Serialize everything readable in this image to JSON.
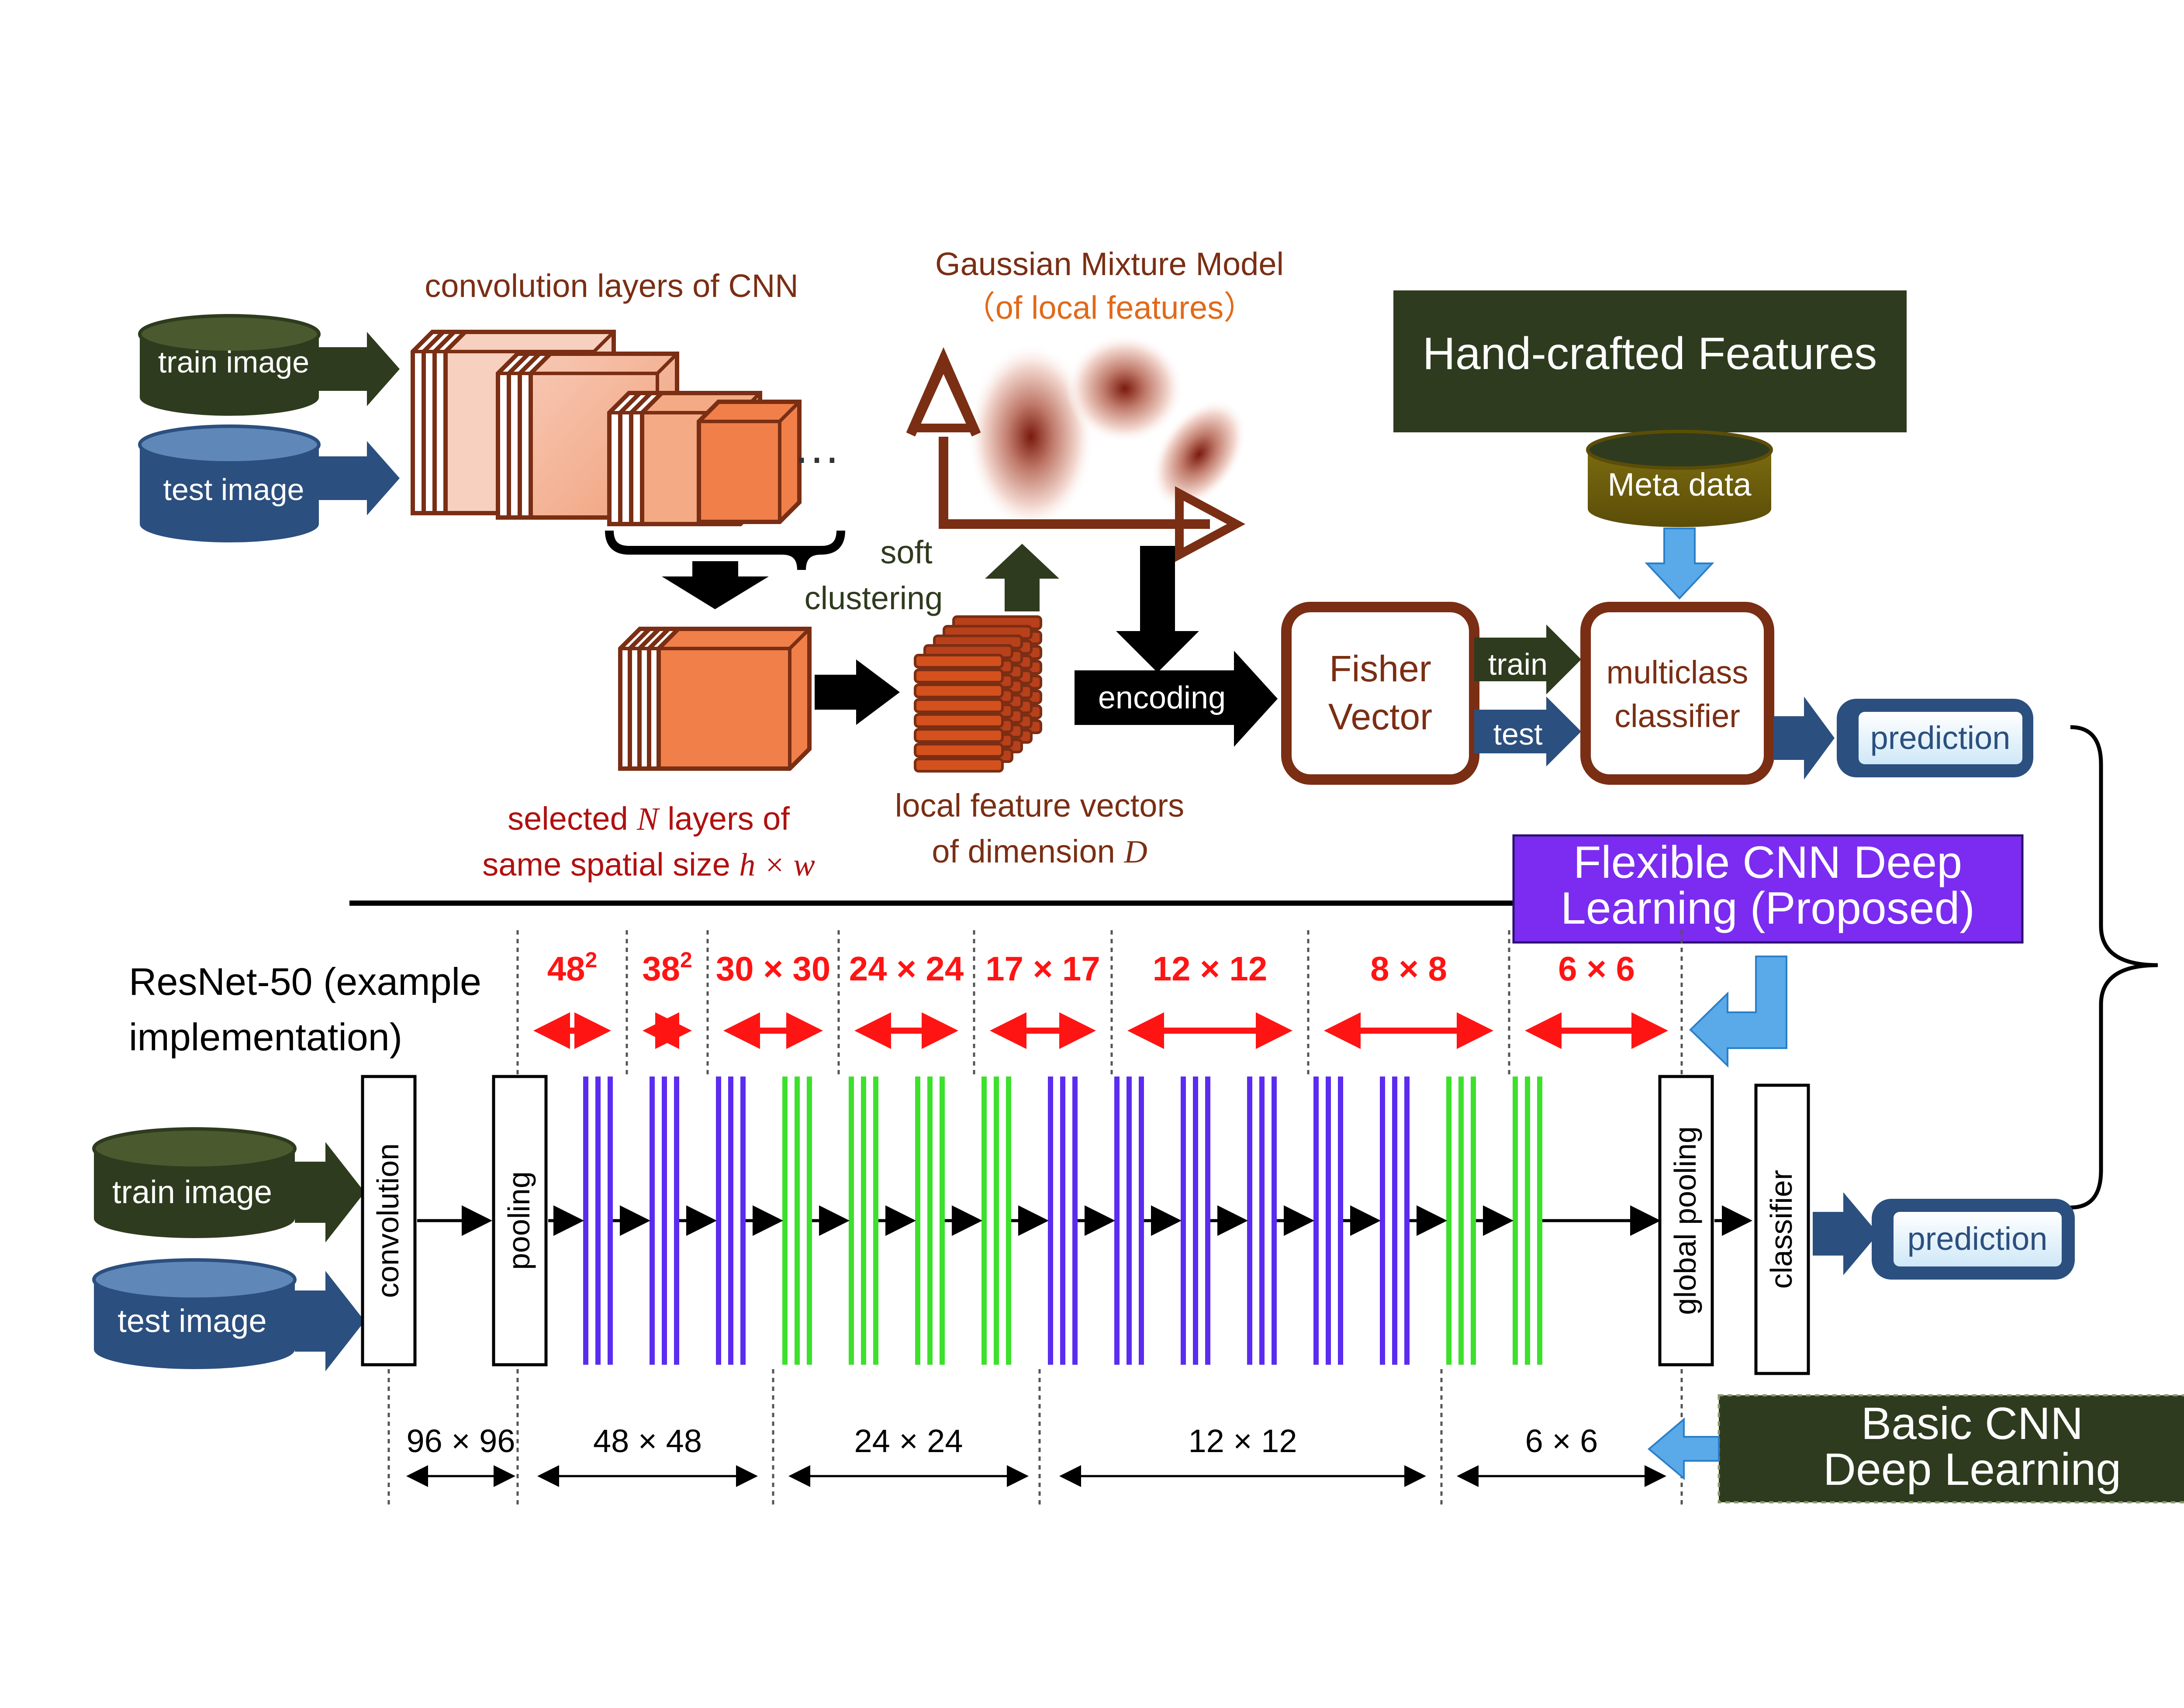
{
  "top": {
    "train_image": "train image",
    "test_image": "test image",
    "conv_layers_title": "convolution layers of CNN",
    "ellipsis": "…",
    "gmm_title": "Gaussian Mixture Model",
    "gmm_subtitle": "（of local features）",
    "soft_line1": "soft",
    "soft_line2": "clustering",
    "selected_line1_pre": "selected ",
    "selected_line1_var": "N",
    "selected_line1_post": " layers of",
    "selected_line2_pre": "same spatial size ",
    "selected_line2_var": "h × w",
    "local_line1": "local feature vectors",
    "local_line2_pre": "of dimension ",
    "local_line2_var": "D",
    "encoding": "encoding",
    "fisher_line1": "Fisher",
    "fisher_line2": "Vector",
    "train": "train",
    "test": "test",
    "multiclass_line1": "multiclass",
    "multiclass_line2": "classifier",
    "prediction": "prediction",
    "handcrafted": "Hand-crafted Features",
    "metadata": "Meta data"
  },
  "bottom": {
    "resnet_line1": "ResNet-50 (example",
    "resnet_line2": "implementation)",
    "flexible_line1": "Flexible CNN Deep",
    "flexible_line2": "Learning (Proposed)",
    "basic_line1": "Basic CNN",
    "basic_line2": "Deep Learning",
    "train_image": "train image",
    "test_image": "test image",
    "convolution": "convolution",
    "pooling": "pooling",
    "global_pooling": "global pooling",
    "classifier": "classifier",
    "prediction": "prediction",
    "red_sizes": [
      {
        "base": "48",
        "sup": "2",
        "text": ""
      },
      {
        "base": "38",
        "sup": "2",
        "text": ""
      },
      {
        "base": "",
        "sup": "",
        "text": "30 × 30"
      },
      {
        "base": "",
        "sup": "",
        "text": "24 × 24"
      },
      {
        "base": "",
        "sup": "",
        "text": "17 × 17"
      },
      {
        "base": "",
        "sup": "",
        "text": "12 × 12"
      },
      {
        "base": "",
        "sup": "",
        "text": "8 × 8"
      },
      {
        "base": "",
        "sup": "",
        "text": "6 × 6"
      }
    ],
    "black_sizes": [
      "96 × 96",
      "48 × 48",
      "24 × 24",
      "12 × 12",
      "6 × 6"
    ],
    "block_colors": [
      "blue",
      "blue",
      "blue",
      "green",
      "green",
      "green",
      "green",
      "blue",
      "blue",
      "blue",
      "blue",
      "blue",
      "blue",
      "green",
      "green"
    ]
  },
  "colors": {
    "dark_green": "#2e3b1e",
    "dark_blue": "#2b4f7f",
    "brown": "#7a2e14",
    "orange_fill": "#f07f4a",
    "red": "#ff1414",
    "purple": "#7b2cf0",
    "block_blue": "#5b2cf0",
    "block_green": "#3de02c",
    "light_blue": "#5aa9e8"
  }
}
